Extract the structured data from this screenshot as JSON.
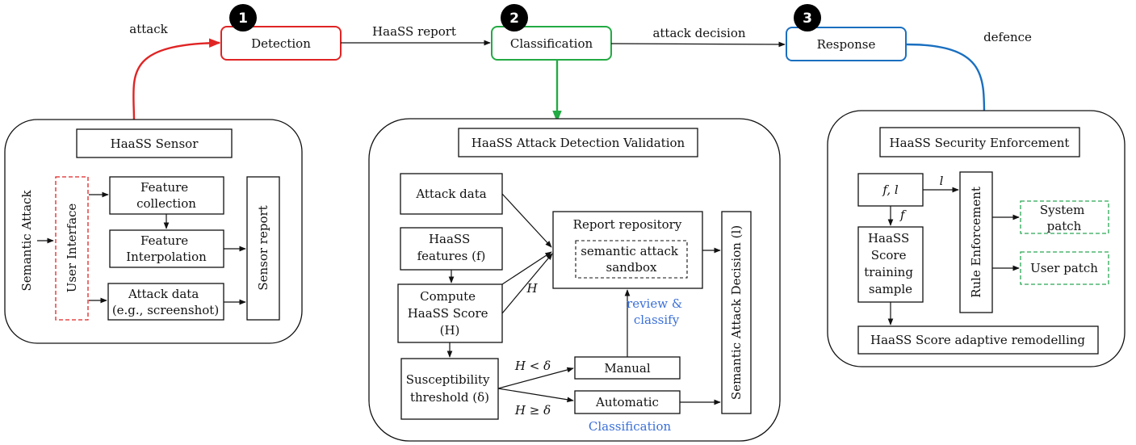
{
  "colors": {
    "detection": "#e02424",
    "classification": "#22aa44",
    "response": "#1a6fc0",
    "panel_title": "#3a6fd8",
    "patch": "#2aa855",
    "badge": "#000000"
  },
  "stages": {
    "detection": {
      "number": "1",
      "label": "Detection"
    },
    "classification": {
      "number": "2",
      "label": "Classification"
    },
    "response": {
      "number": "3",
      "label": "Response"
    }
  },
  "flow_labels": {
    "attack": "attack",
    "haass_report": "HaaSS report",
    "attack_decision": "attack decision",
    "defence": "defence"
  },
  "sensor": {
    "title": "HaaSS Sensor",
    "semantic_attack": "Semantic Attack",
    "user_interface": "User Interface",
    "feature_collection": [
      "Feature",
      "collection"
    ],
    "feature_interpolation": [
      "Feature",
      "Interpolation"
    ],
    "attack_data": [
      "Attack data",
      "(e.g., screenshot)"
    ],
    "sensor_report": "Sensor report"
  },
  "validation": {
    "title": "HaaSS Attack Detection Validation",
    "attack_data": "Attack data",
    "haass_features": [
      "HaaSS",
      "features (f)"
    ],
    "compute_score": [
      "Compute",
      "HaaSS Score",
      "(H)"
    ],
    "susceptibility": [
      "Susceptibility",
      "threshold (δ)"
    ],
    "report_repository": "Report repository",
    "sandbox": [
      "semantic attack",
      "sandbox"
    ],
    "h_label": "H",
    "h_less": "H  < δ",
    "h_geq": "H  ≥ δ",
    "manual": "Manual",
    "automatic": "Automatic",
    "review_classify": [
      "review &",
      "classify"
    ],
    "classification_note": "Classification",
    "decision": "Semantic Attack Decision (l)"
  },
  "enforcement": {
    "title": "HaaSS Security Enforcement",
    "fl": "f, l",
    "l": "l",
    "f": "f",
    "training": [
      "HaaSS",
      "Score",
      "training",
      "sample"
    ],
    "rule_enforcement": "Rule Enforcement",
    "system_patch": [
      "System",
      "patch"
    ],
    "user_patch": "User patch",
    "remodelling": "HaaSS Score adaptive remodelling"
  }
}
